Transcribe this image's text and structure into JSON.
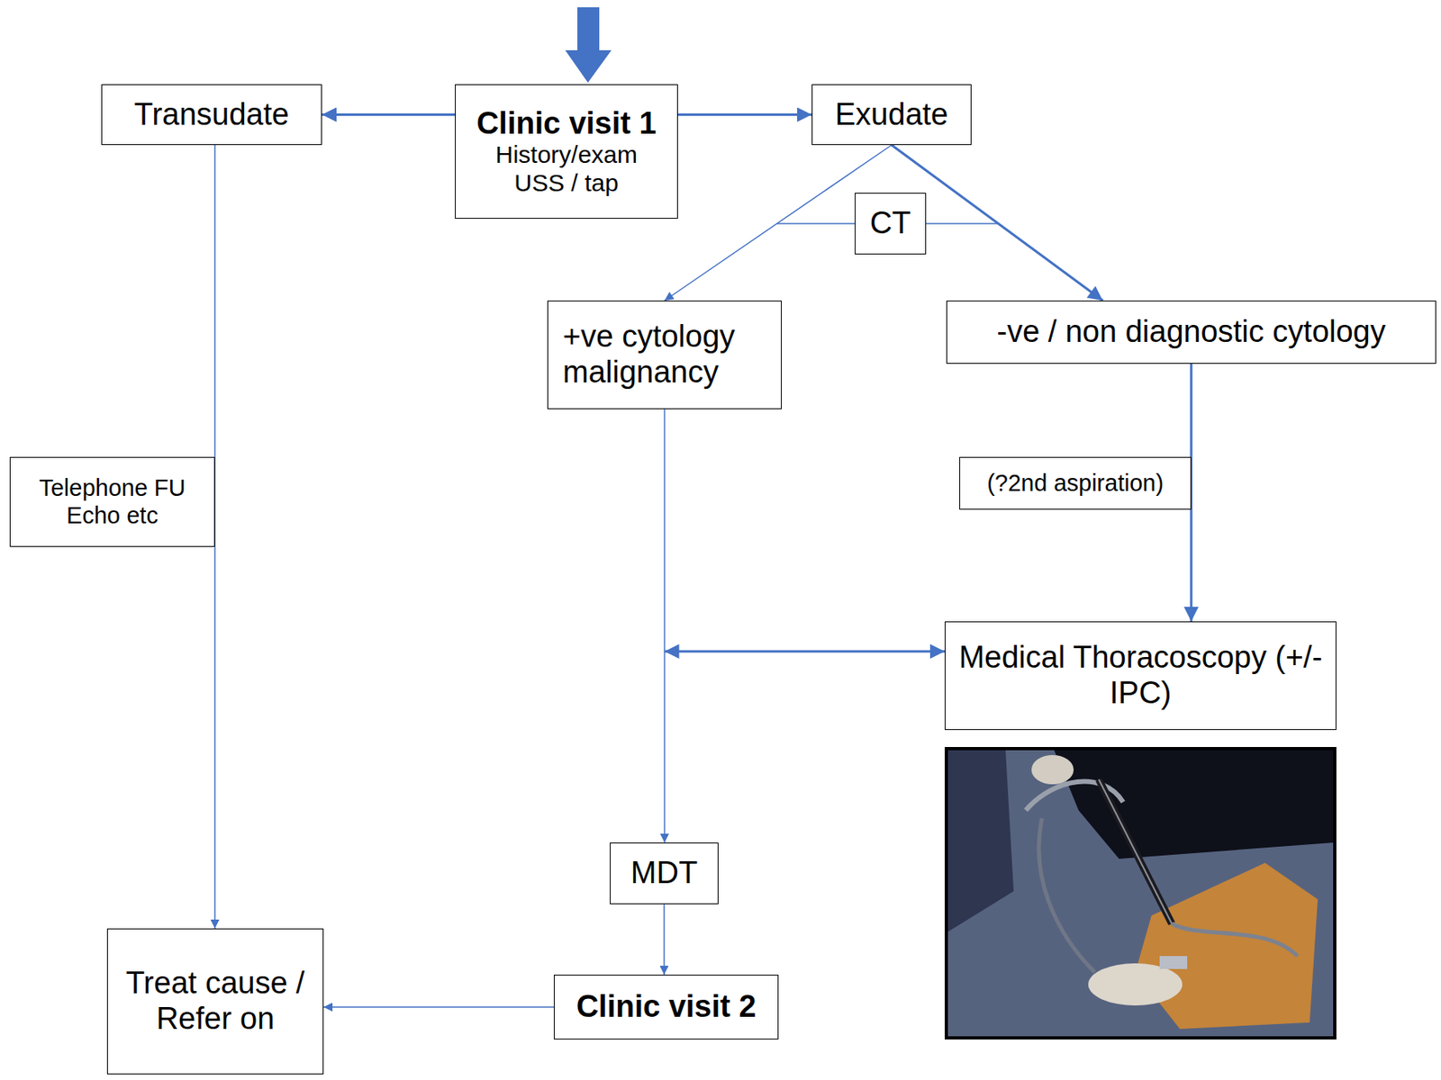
{
  "diagram": {
    "nodes": [
      {
        "text": [
          "Transudate"
        ]
      },
      {
        "text": [
          "Clinic visit 1",
          "History/exam USS / tap"
        ]
      },
      {
        "text": [
          "Exudate"
        ]
      },
      {
        "text": [
          "CT"
        ]
      },
      {
        "text": [
          "+ve cytology malignancy"
        ]
      },
      {
        "text": [
          "-ve / non diagnostic cytology"
        ]
      },
      {
        "text": [
          "Telephone FU Echo etc"
        ]
      },
      {
        "text": [
          "(?2nd aspiration)"
        ]
      },
      {
        "text": [
          "Medical Thoracoscopy (+/- IPC)"
        ]
      },
      {
        "text": [
          "MDT"
        ]
      },
      {
        "text": [
          "Clinic visit 2"
        ]
      },
      {
        "text": [
          "Treat cause / Refer on"
        ]
      }
    ],
    "edges": [
      {
        "from": 1,
        "to": 0,
        "arrow": "to"
      },
      {
        "from": 1,
        "to": 2,
        "arrow": "to"
      },
      {
        "from": 2,
        "to": 4,
        "arrow": "to"
      },
      {
        "from": 2,
        "to": 5,
        "arrow": "to"
      },
      {
        "from": 0,
        "to": 11,
        "arrow": "to"
      },
      {
        "from": 5,
        "to": 8,
        "arrow": "to"
      },
      {
        "from": 4,
        "to": 9,
        "arrow": "to"
      },
      {
        "from": 4,
        "to": 8,
        "arrow": "both"
      },
      {
        "from": 9,
        "to": 10,
        "arrow": "to"
      },
      {
        "from": 10,
        "to": 11,
        "arrow": "to"
      }
    ]
  }
}
